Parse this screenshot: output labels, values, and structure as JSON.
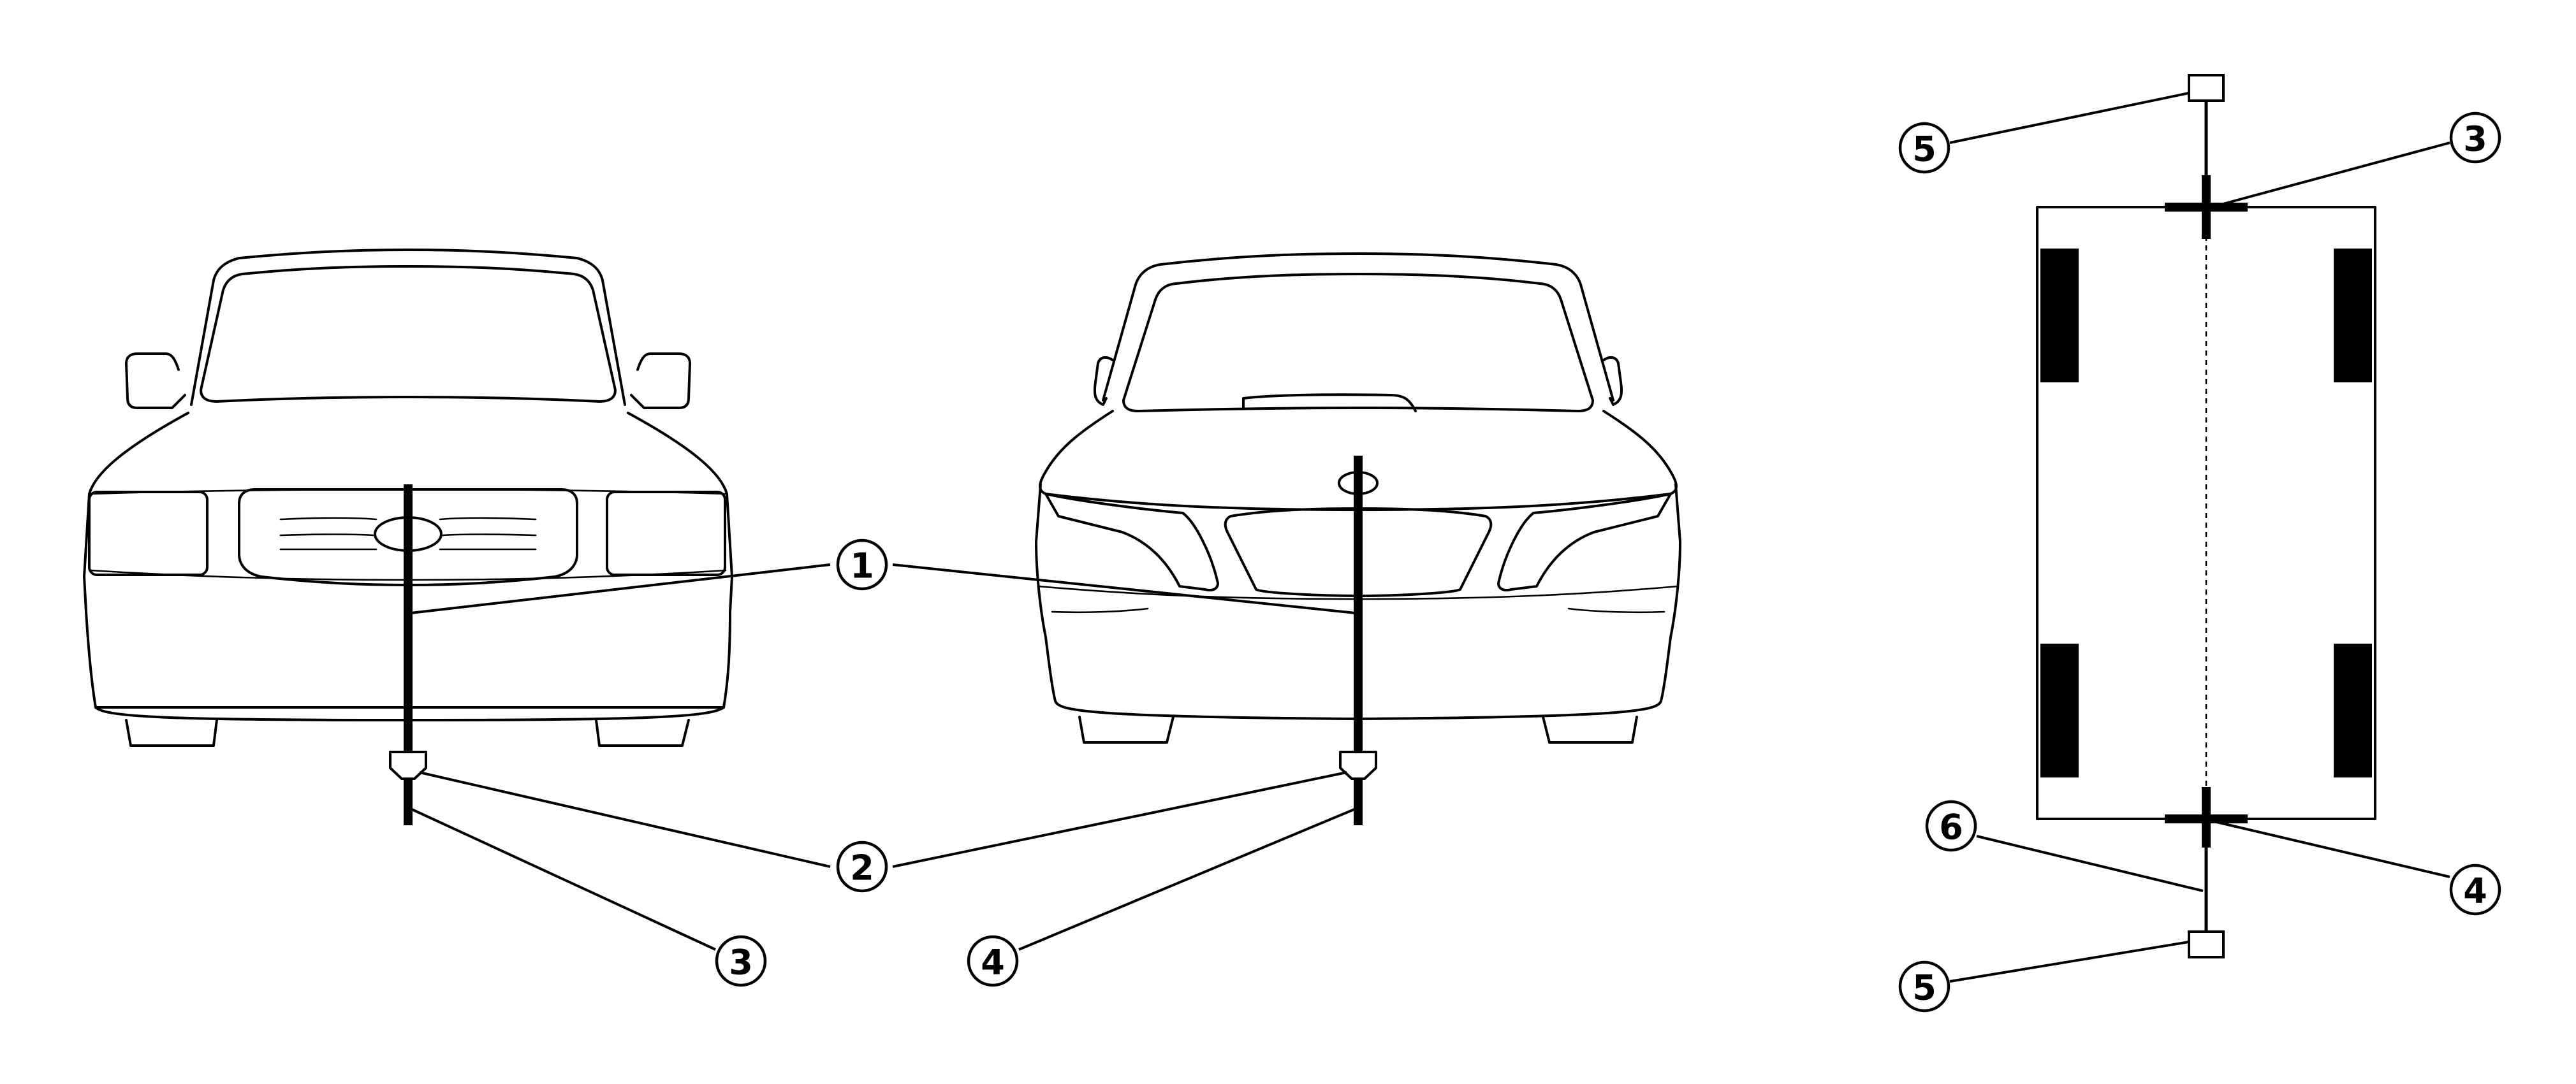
{
  "diagram": {
    "views": [
      {
        "name": "front-view-pickup",
        "reference_mark": "centerline of vehicle"
      },
      {
        "name": "front-view-sedan",
        "reference_mark": "centerline of vehicle"
      },
      {
        "name": "top-view-vehicle",
        "reference_mark": "centerline"
      }
    ],
    "callouts": [
      {
        "id": "callout-1",
        "label": "1"
      },
      {
        "id": "callout-2",
        "label": "2"
      },
      {
        "id": "callout-3a",
        "label": "3"
      },
      {
        "id": "callout-4a",
        "label": "4"
      },
      {
        "id": "callout-5-top",
        "label": "5"
      },
      {
        "id": "callout-3b",
        "label": "3"
      },
      {
        "id": "callout-6",
        "label": "6"
      },
      {
        "id": "callout-4b",
        "label": "4"
      },
      {
        "id": "callout-5-bottom",
        "label": "5"
      }
    ]
  }
}
